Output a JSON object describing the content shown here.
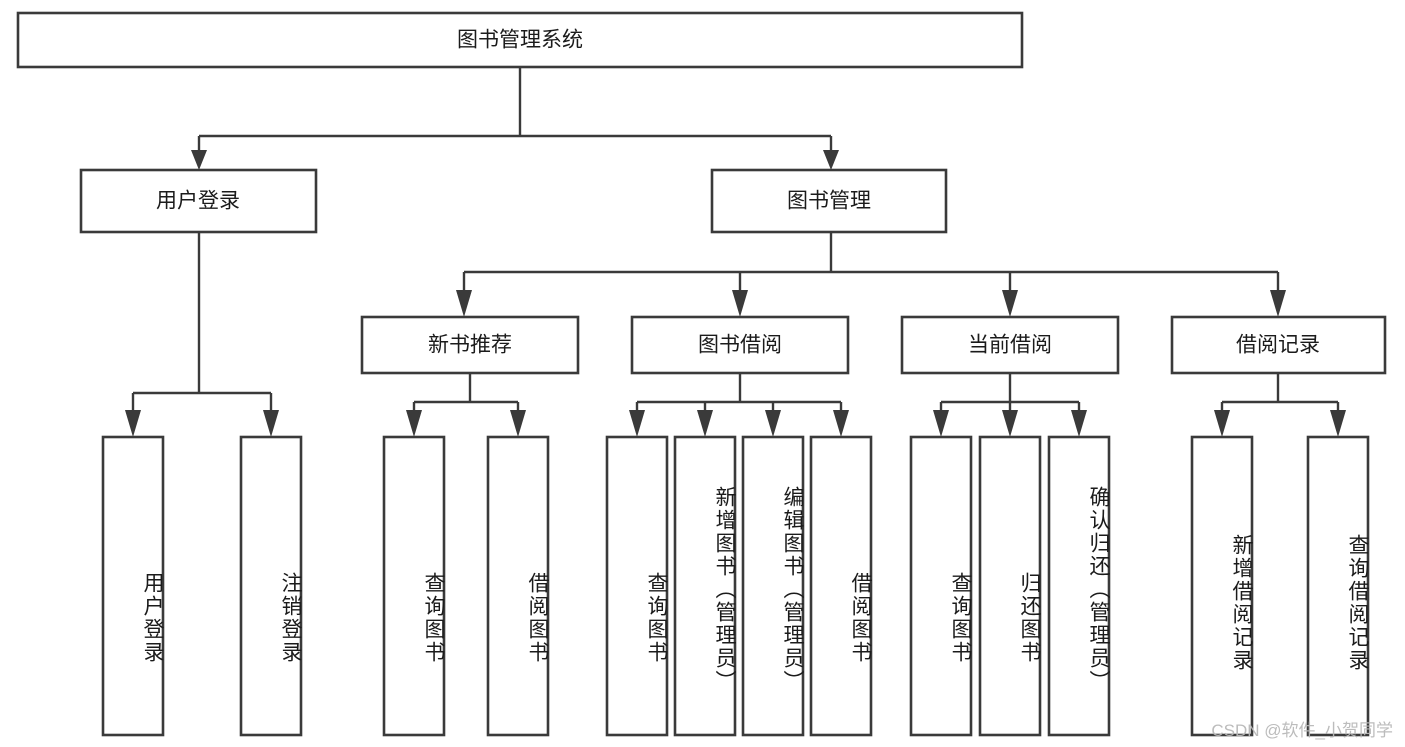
{
  "diagram": {
    "title": "图书管理系统",
    "type": "tree",
    "background_color": "#ffffff",
    "line_color": "#3a3a3a",
    "text_color": "#1b1b1b",
    "root": {
      "label": "图书管理系统"
    },
    "level2": [
      {
        "label": "用户登录"
      },
      {
        "label": "图书管理"
      }
    ],
    "level3": [
      {
        "label": "新书推荐"
      },
      {
        "label": "图书借阅"
      },
      {
        "label": "当前借阅"
      },
      {
        "label": "借阅记录"
      }
    ],
    "leaves": [
      {
        "label": "用户登录",
        "parent": "用户登录"
      },
      {
        "label": "注销登录",
        "parent": "用户登录"
      },
      {
        "label": "查询图书",
        "parent": "新书推荐"
      },
      {
        "label": "借阅图书",
        "parent": "新书推荐"
      },
      {
        "label": "查询图书",
        "parent": "图书借阅"
      },
      {
        "label": "新增图书（管理员）",
        "parent": "图书借阅"
      },
      {
        "label": "编辑图书（管理员）",
        "parent": "图书借阅"
      },
      {
        "label": "借阅图书",
        "parent": "图书借阅"
      },
      {
        "label": "查询图书",
        "parent": "当前借阅"
      },
      {
        "label": "归还图书",
        "parent": "当前借阅"
      },
      {
        "label": "确认归还（管理员）",
        "parent": "当前借阅"
      },
      {
        "label": "新增借阅记录",
        "parent": "借阅记录"
      },
      {
        "label": "查询借阅记录",
        "parent": "借阅记录"
      }
    ]
  },
  "watermark": {
    "text": "CSDN @软件_小贺同学"
  }
}
